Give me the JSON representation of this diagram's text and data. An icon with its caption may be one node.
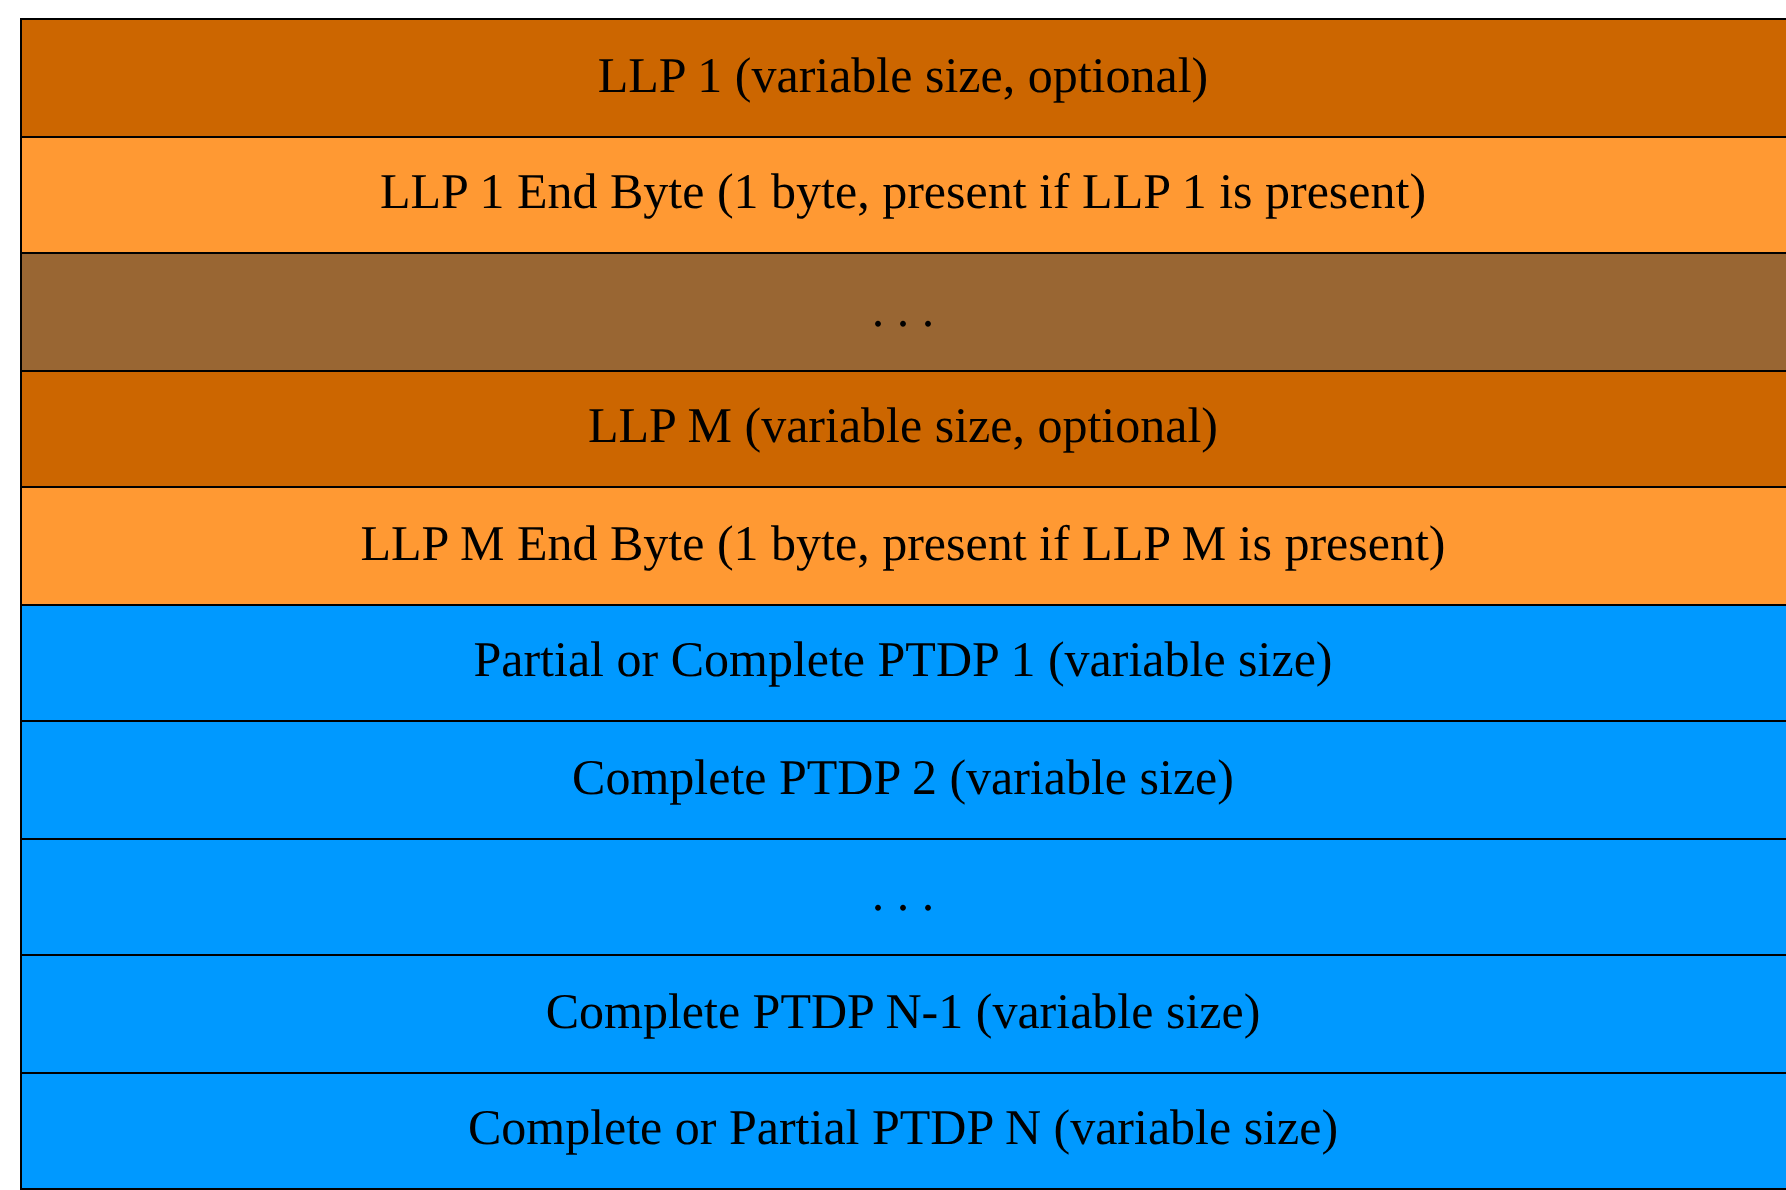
{
  "diagram": {
    "nodes": [
      {
        "text": [
          "LLP 1 (variable size, optional)"
        ]
      },
      {
        "text": [
          "LLP 1 End Byte (1 byte, present if LLP 1 is present)"
        ]
      },
      {
        "text": [
          ". . ."
        ]
      },
      {
        "text": [
          "LLP M (variable size, optional)"
        ]
      },
      {
        "text": [
          "LLP M End Byte (1 byte, present if LLP M is present)"
        ]
      },
      {
        "text": [
          "Partial or Complete PTDP 1 (variable size)"
        ]
      },
      {
        "text": [
          "Complete PTDP 2 (variable size)"
        ]
      },
      {
        "text": [
          ". . ."
        ]
      },
      {
        "text": [
          "Complete PTDP N-1 (variable size)"
        ]
      },
      {
        "text": [
          "Complete or Partial PTDP N (variable size)"
        ]
      }
    ]
  }
}
